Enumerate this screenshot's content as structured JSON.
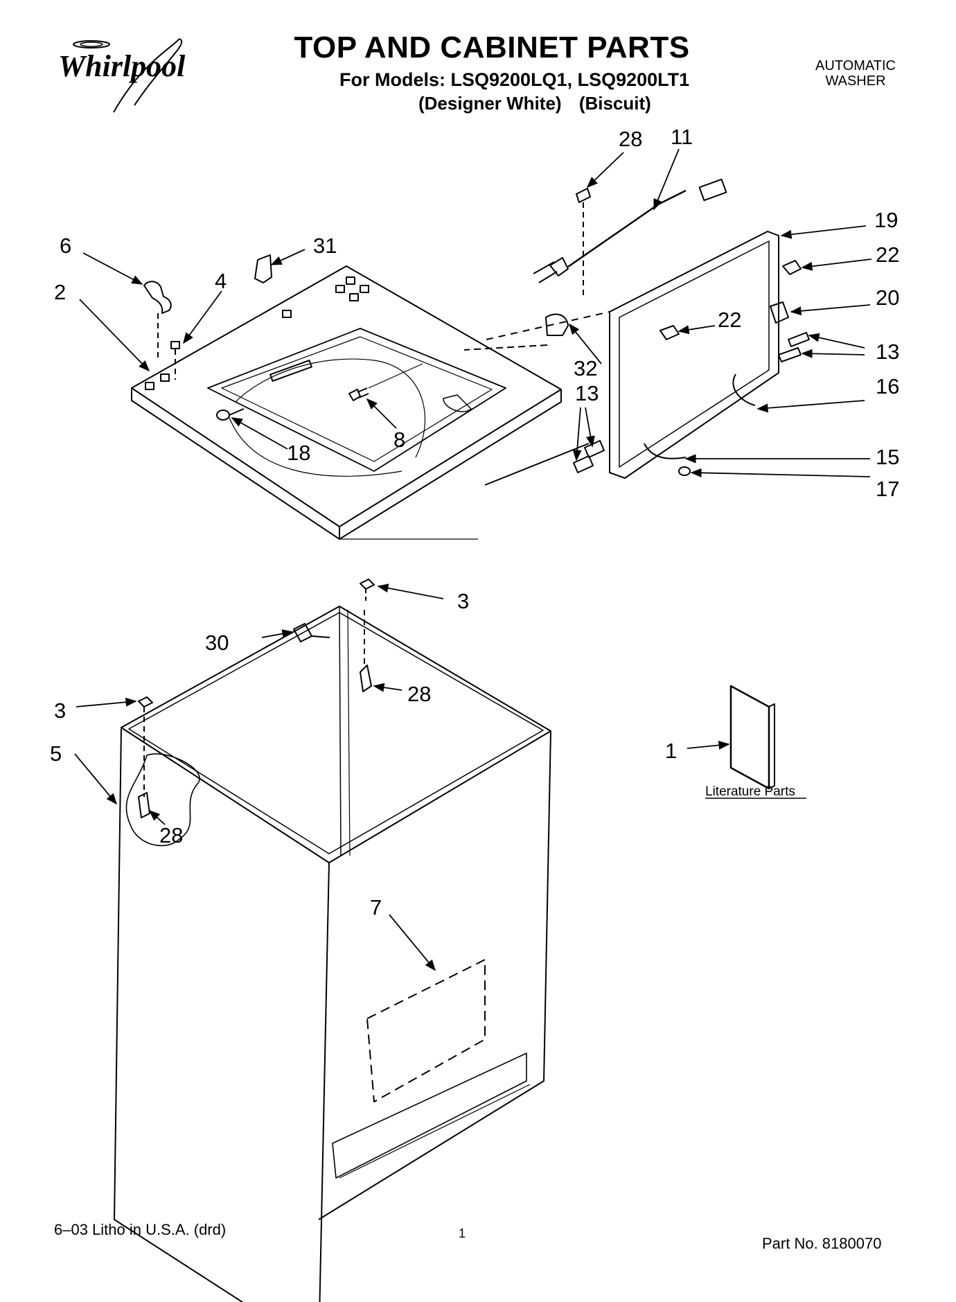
{
  "header": {
    "brand": "Whirlpool",
    "title": "TOP AND CABINET PARTS",
    "models_line": "For Models: LSQ9200LQ1, LSQ9200LT1",
    "variant_1": "(Designer White)",
    "variant_2": "(Biscuit)",
    "product_line_1": "AUTOMATIC",
    "product_line_2": "WASHER"
  },
  "callouts": {
    "c1": "1",
    "c2": "2",
    "c3a": "3",
    "c3b": "3",
    "c4": "4",
    "c5": "5",
    "c6": "6",
    "c7": "7",
    "c8": "8",
    "c11": "11",
    "c13a": "13",
    "c13b": "13",
    "c15": "15",
    "c16": "16",
    "c17": "17",
    "c18": "18",
    "c19": "19",
    "c20": "20",
    "c22a": "22",
    "c22b": "22",
    "c28a": "28",
    "c28b": "28",
    "c28c": "28",
    "c30": "30",
    "c31": "31",
    "c32": "32"
  },
  "literature_label": "Literature Parts",
  "footer": {
    "print_info": "6–03 Litho in U.S.A. (drd)",
    "page_number": "1",
    "part_number": "Part No. 8180070"
  },
  "colors": {
    "ink": "#000000",
    "paper": "#ffffff"
  }
}
